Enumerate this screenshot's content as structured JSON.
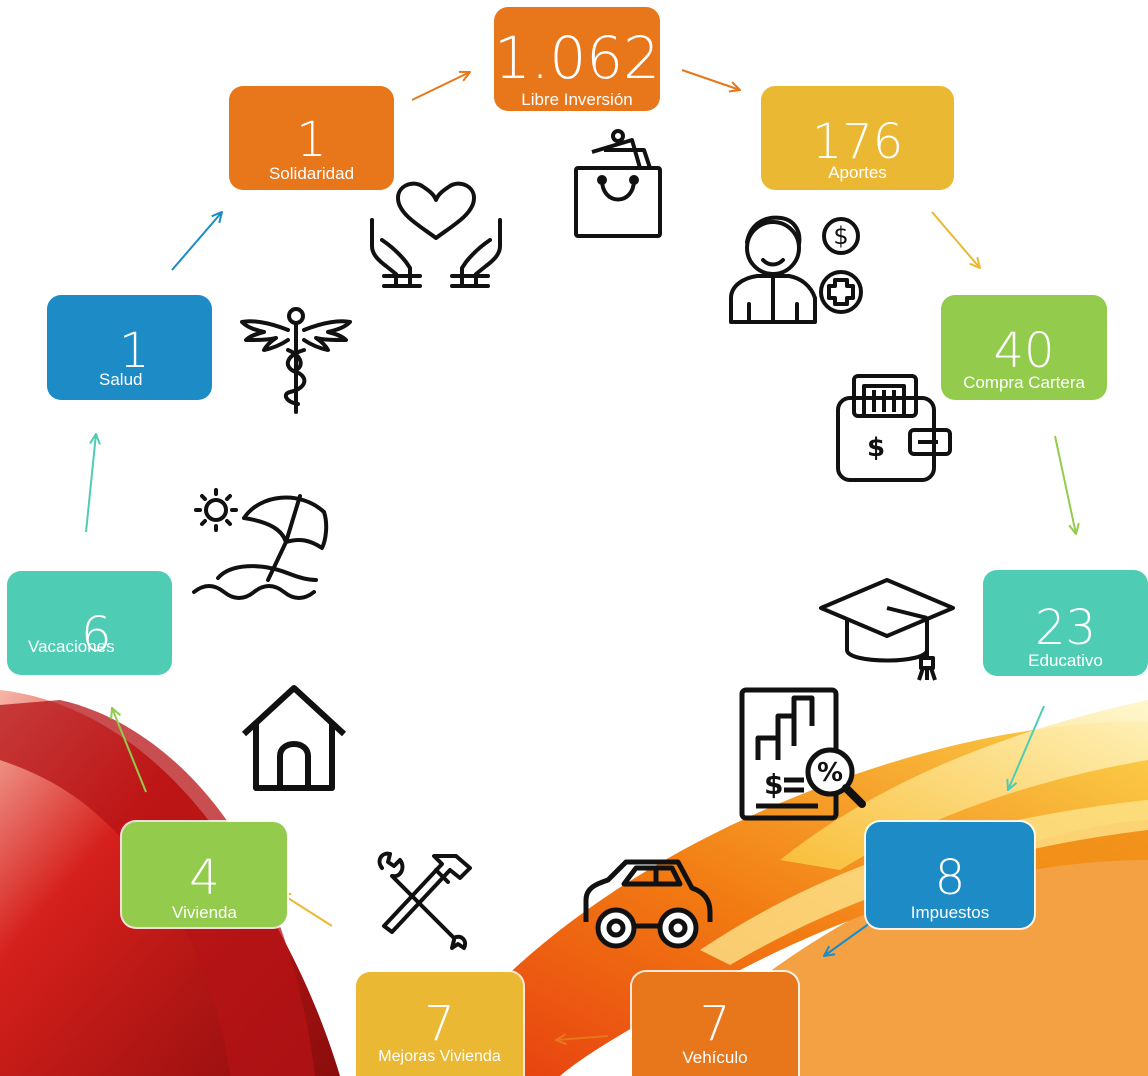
{
  "colors": {
    "orange": "#E8761A",
    "gold": "#EBB834",
    "green": "#93CC4C",
    "teal": "#4FCDB4",
    "blue": "#1C8BC6"
  },
  "items": [
    {
      "id": "libre-inversion",
      "value": "1.062",
      "label": "Libre Inversión",
      "color": "orange",
      "icon": "shopping-bag-icon"
    },
    {
      "id": "aportes",
      "value": "176",
      "label": "Aportes",
      "color": "gold",
      "icon": "person-money-icon"
    },
    {
      "id": "compra-cartera",
      "value": "40",
      "label": "Compra Cartera",
      "color": "green",
      "icon": "wallet-icon"
    },
    {
      "id": "educativo",
      "value": "23",
      "label": "Educativo",
      "color": "teal",
      "icon": "graduation-cap-icon"
    },
    {
      "id": "impuestos",
      "value": "8",
      "label": "Impuestos",
      "color": "blue",
      "icon": "tax-report-icon"
    },
    {
      "id": "vehiculo",
      "value": "7",
      "label": "Vehículo",
      "color": "orange",
      "icon": "car-icon"
    },
    {
      "id": "mejoras-vivienda",
      "value": "7",
      "label": "Mejoras Vivienda",
      "color": "gold",
      "icon": "tools-icon"
    },
    {
      "id": "vivienda",
      "value": "4",
      "label": "Vivienda",
      "color": "green",
      "icon": "house-icon"
    },
    {
      "id": "vacaciones",
      "value": "6",
      "label": "Vacaciones",
      "color": "teal",
      "icon": "beach-icon"
    },
    {
      "id": "salud",
      "value": "1",
      "label": "Salud",
      "color": "blue",
      "icon": "caduceus-icon"
    },
    {
      "id": "solidaridad",
      "value": "1",
      "label": "Solidaridad",
      "color": "orange",
      "icon": "heart-hands-icon"
    }
  ]
}
